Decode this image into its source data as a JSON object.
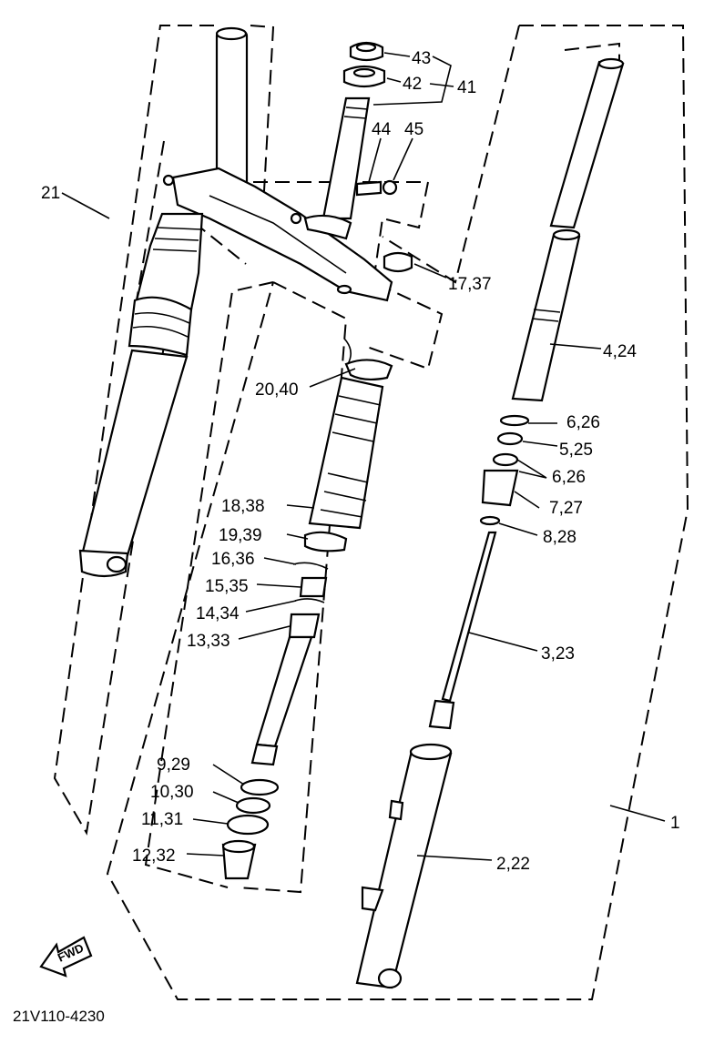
{
  "diagram": {
    "callouts": [
      {
        "id": "c43",
        "label": "43"
      },
      {
        "id": "c42",
        "label": "42"
      },
      {
        "id": "c41",
        "label": "41"
      },
      {
        "id": "c44",
        "label": "44"
      },
      {
        "id": "c45",
        "label": "45"
      },
      {
        "id": "c21",
        "label": "21"
      },
      {
        "id": "c17",
        "label": "17,37"
      },
      {
        "id": "c4",
        "label": "4,24"
      },
      {
        "id": "c20",
        "label": "20,40"
      },
      {
        "id": "c6a",
        "label": "6,26"
      },
      {
        "id": "c5",
        "label": "5,25"
      },
      {
        "id": "c6b",
        "label": "6,26"
      },
      {
        "id": "c18",
        "label": "18,38"
      },
      {
        "id": "c7",
        "label": "7,27"
      },
      {
        "id": "c19",
        "label": "19,39"
      },
      {
        "id": "c8",
        "label": "8,28"
      },
      {
        "id": "c16",
        "label": "16,36"
      },
      {
        "id": "c15",
        "label": "15,35"
      },
      {
        "id": "c14",
        "label": "14,34"
      },
      {
        "id": "c13",
        "label": "13,33"
      },
      {
        "id": "c3",
        "label": "3,23"
      },
      {
        "id": "c9",
        "label": "9,29"
      },
      {
        "id": "c10",
        "label": "10,30"
      },
      {
        "id": "c11",
        "label": "11,31"
      },
      {
        "id": "c1",
        "label": "1"
      },
      {
        "id": "c12",
        "label": "12,32"
      },
      {
        "id": "c2",
        "label": "2,22"
      }
    ],
    "fwd_label": "FWD",
    "drawing_code": "21V110-4230"
  }
}
